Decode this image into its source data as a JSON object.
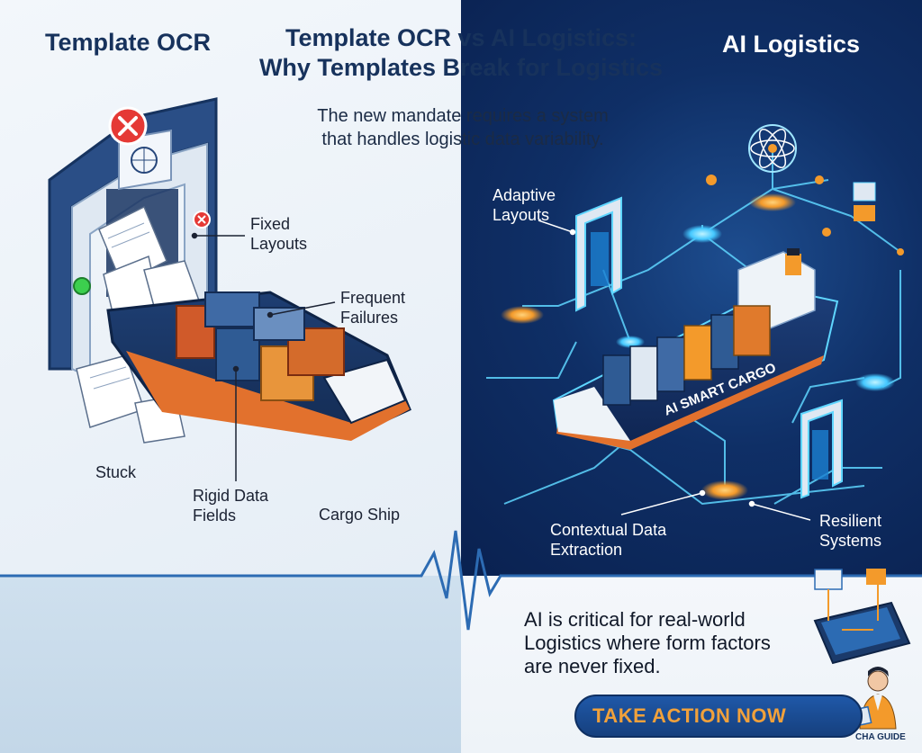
{
  "titles": {
    "left": "Template OCR",
    "right": "AI Logistics",
    "main_line1": "Template OCR vs AI Logistics:",
    "main_line2": "Why Templates Break for Logistics"
  },
  "subtitle": {
    "line1": "The new mandate requires a system",
    "line2": "that handles logistic data variability."
  },
  "left_labels": {
    "fixed_line1": "Fixed",
    "fixed_line2": "Layouts",
    "frequent_line1": "Frequent",
    "frequent_line2": "Failures",
    "stuck": "Stuck",
    "rigid_line1": "Rigid Data",
    "rigid_line2": "Fields",
    "cargo_ship": "Cargo Ship"
  },
  "right_labels": {
    "adaptive_line1": "Adaptive",
    "adaptive_line2": "Layouts",
    "contextual_line1": "Contextual Data",
    "contextual_line2": "Extraction",
    "resilient_line1": "Resilient",
    "resilient_line2": "Systems",
    "ship_text": "AI SMART CARGO"
  },
  "cta": {
    "line1": "AI is critical for real-world",
    "line2": "Logistics where form factors",
    "line3": "are never fixed.",
    "button_label": "TAKE ACTION NOW",
    "brand": "CHA GUIDE"
  },
  "icons": {
    "error": "x-circle-icon",
    "emblem": "ashoka-chakra-icon",
    "status_ok": "green-light-icon",
    "network": "ai-network-icon",
    "person": "guide-person-icon",
    "tablet": "tablet-icon",
    "flow": "flowchart-icon"
  },
  "colors": {
    "navy": "#17325c",
    "accent_orange": "#f1a13b",
    "cyan_glow": "#5fd6ff",
    "error_red": "#e53935",
    "ok_green": "#3ccf4e"
  }
}
